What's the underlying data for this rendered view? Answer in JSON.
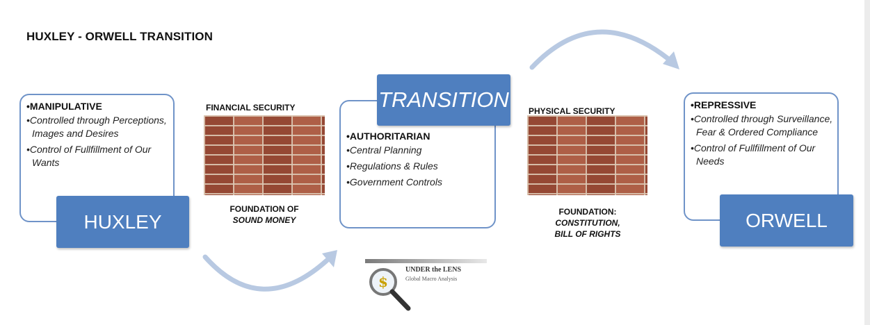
{
  "title": "HUXLEY - ORWELL TRANSITION",
  "left": {
    "head": "•MANIPULATIVE",
    "bullets": [
      "•Controlled through Perceptions, Images and Desires",
      "•Control of  Fullfillment of Our Wants"
    ],
    "box": "HUXLEY"
  },
  "financial": {
    "label": "FINANCIAL SECURITY",
    "caption_line1": "FOUNDATION OF",
    "caption_line2": "SOUND MONEY"
  },
  "middle": {
    "box": "TRANSITION",
    "head": "•AUTHORITARIAN",
    "bullets": [
      "•Central Planning",
      "•Regulations & Rules",
      "•Government Controls"
    ]
  },
  "physical": {
    "label": "PHYSICAL SECURITY",
    "caption_line1": "FOUNDATION:",
    "caption_line2": "CONSTITUTION,",
    "caption_line3": "BILL OF RIGHTS"
  },
  "right": {
    "head": "•REPRESSIVE",
    "bullets": [
      "•Controlled through Surveillance, Fear & Ordered Compliance",
      "•Control of Fullfillment of Our Needs"
    ],
    "box": "ORWELL"
  },
  "logo": {
    "line1": "UNDER the LENS",
    "line2": "Global Macro Analysis",
    "symbol": "$"
  },
  "colors": {
    "box_blue": "#4f7fbf",
    "border_blue": "#6f93c8",
    "arrow": "#b8c9e2"
  }
}
